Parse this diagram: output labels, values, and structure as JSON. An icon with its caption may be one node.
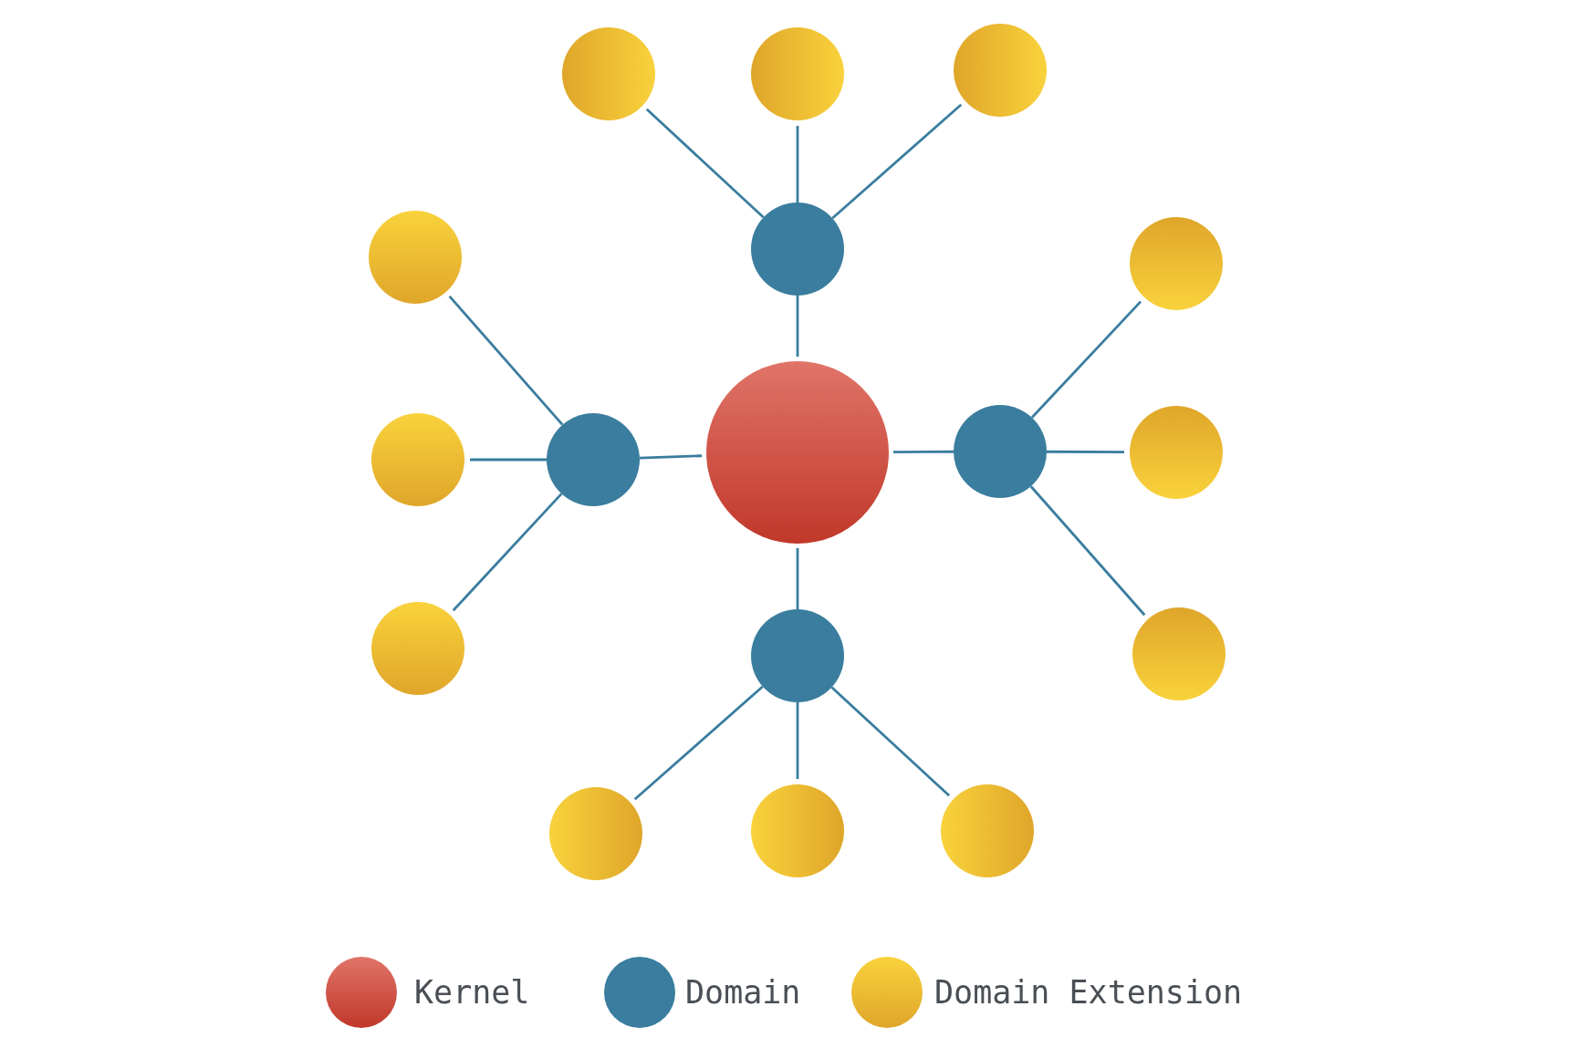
{
  "diagram": {
    "nodes": [
      {
        "text": [],
        "shape": "circle"
      },
      {
        "text": [],
        "shape": "circle"
      },
      {
        "text": [],
        "shape": "circle"
      },
      {
        "text": [],
        "shape": "circle"
      },
      {
        "text": [],
        "shape": "circle"
      },
      {
        "text": [],
        "shape": "circle"
      },
      {
        "text": [],
        "shape": "circle"
      },
      {
        "text": [],
        "shape": "circle"
      },
      {
        "text": [],
        "shape": "circle"
      },
      {
        "text": [],
        "shape": "circle"
      },
      {
        "text": [],
        "shape": "circle"
      },
      {
        "text": [],
        "shape": "circle"
      },
      {
        "text": [],
        "shape": "circle"
      },
      {
        "text": [],
        "shape": "circle"
      },
      {
        "text": [],
        "shape": "circle"
      },
      {
        "text": [],
        "shape": "circle"
      },
      {
        "text": [],
        "shape": "circle"
      }
    ],
    "edges": [
      {
        "from": 8,
        "to": 4,
        "arrow": "none"
      },
      {
        "from": 8,
        "to": 7,
        "arrow": "none"
      },
      {
        "from": 8,
        "to": 9,
        "arrow": "none"
      },
      {
        "from": 8,
        "to": 12,
        "arrow": "none"
      },
      {
        "from": 4,
        "to": 0,
        "arrow": "none"
      },
      {
        "from": 4,
        "to": 1,
        "arrow": "none"
      },
      {
        "from": 4,
        "to": 2,
        "arrow": "none"
      },
      {
        "from": 7,
        "to": 3,
        "arrow": "none"
      },
      {
        "from": 7,
        "to": 6,
        "arrow": "none"
      },
      {
        "from": 7,
        "to": 11,
        "arrow": "none"
      },
      {
        "from": 9,
        "to": 5,
        "arrow": "none"
      },
      {
        "from": 9,
        "to": 10,
        "arrow": "none"
      },
      {
        "from": 9,
        "to": 13,
        "arrow": "none"
      },
      {
        "from": 12,
        "to": 14,
        "arrow": "none"
      },
      {
        "from": 12,
        "to": 15,
        "arrow": "none"
      },
      {
        "from": 12,
        "to": 16,
        "arrow": "none"
      }
    ],
    "legend": [
      {
        "text": "Kernel",
        "color": "#d05649"
      },
      {
        "text": "Domain",
        "color": "#3a7d9e"
      },
      {
        "text": "Domain Extension",
        "color": "#ecbc33"
      }
    ]
  }
}
